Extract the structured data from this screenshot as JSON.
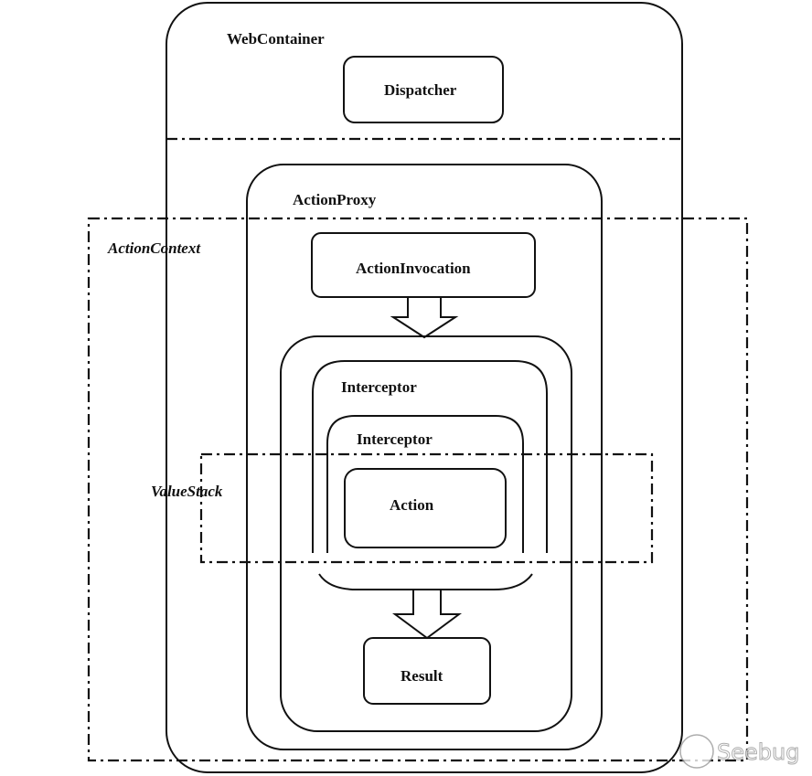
{
  "labels": {
    "web_container": "WebContainer",
    "dispatcher": "Dispatcher",
    "action_proxy": "ActionProxy",
    "action_context": "ActionContext",
    "action_invocation": "ActionInvocation",
    "interceptor_outer": "Interceptor",
    "interceptor_inner": "Interceptor",
    "value_stack": "ValueStack",
    "action": "Action",
    "result": "Result"
  },
  "watermark": "Seebug"
}
